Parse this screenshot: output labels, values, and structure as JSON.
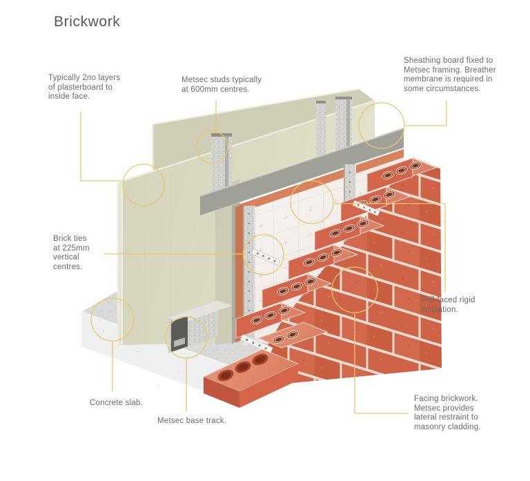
{
  "title": "Brickwork",
  "labels": [
    {
      "id": "plasterboard",
      "text": "Typically 2no layers\nof plasterboard to\ninside face."
    },
    {
      "id": "studs",
      "text": "Metsec studs typically\nat 600mm centres."
    },
    {
      "id": "sheathing",
      "text": "Sheathing board fixed to\nMetsec framing. Breather\nmembrane is required in\nsome circumstances."
    },
    {
      "id": "brick_ties",
      "text": "Brick ties\nat 225mm\nvertical\ncentres."
    },
    {
      "id": "foil",
      "text": "Foil-faced rigid\ninsulation."
    },
    {
      "id": "concrete",
      "text": "Concrete slab."
    },
    {
      "id": "base_track",
      "text": "Metsec base track."
    },
    {
      "id": "facing",
      "text": "Facing brickwork.\nMetsec provides\nlateral restraint to\nmasonry cladding."
    }
  ],
  "palette": {
    "leader_yellow": "#e9c86b",
    "label_text": "#6a6a6e",
    "title_text": "#57575b",
    "plasterboard_cream": "#d9d8c0",
    "sheathing_grey": "#9fa098",
    "insulation_edge_orange": "#d8825c",
    "foil_white": "#f5f3f0",
    "galvanized_steel": "#d3d3cf",
    "brick_red": "#cf6347",
    "mortar": "#e8dcd2",
    "concrete_grey": "#dbdcda"
  }
}
